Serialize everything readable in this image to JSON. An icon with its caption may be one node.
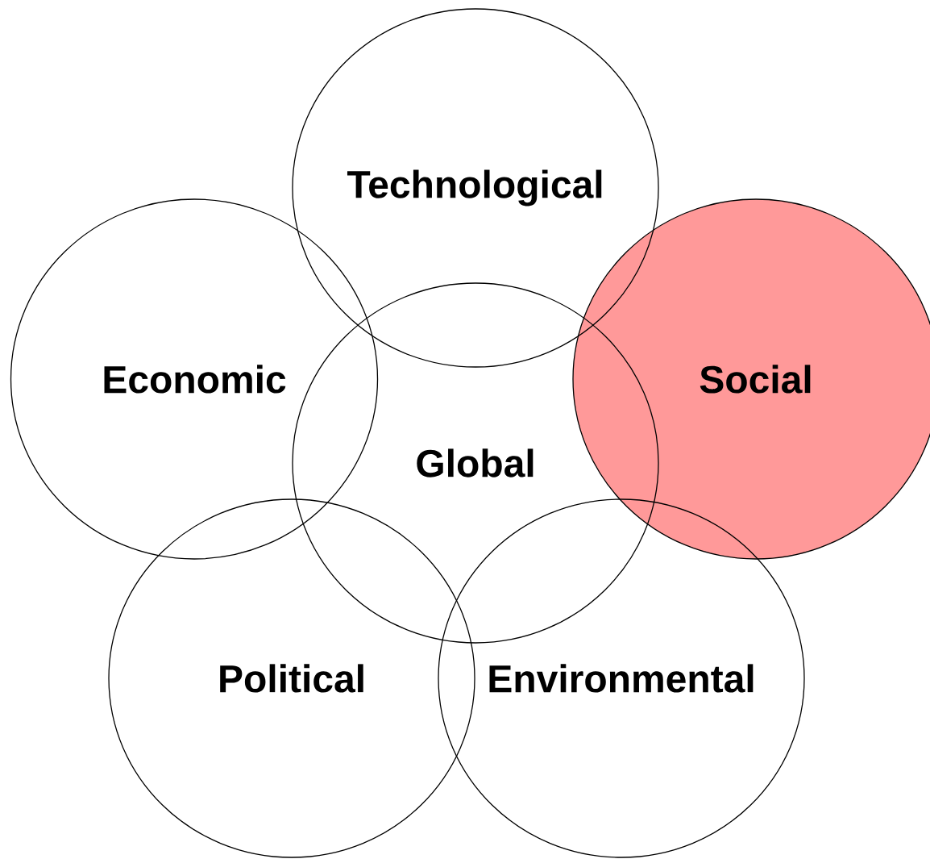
{
  "diagram": {
    "nodes": [
      {
        "text": [
          "Technological"
        ]
      },
      {
        "text": [
          "Economic"
        ]
      },
      {
        "text": [
          "Social"
        ]
      },
      {
        "text": [
          "Global"
        ]
      },
      {
        "text": [
          "Political"
        ]
      },
      {
        "text": [
          "Environmental"
        ]
      }
    ]
  }
}
